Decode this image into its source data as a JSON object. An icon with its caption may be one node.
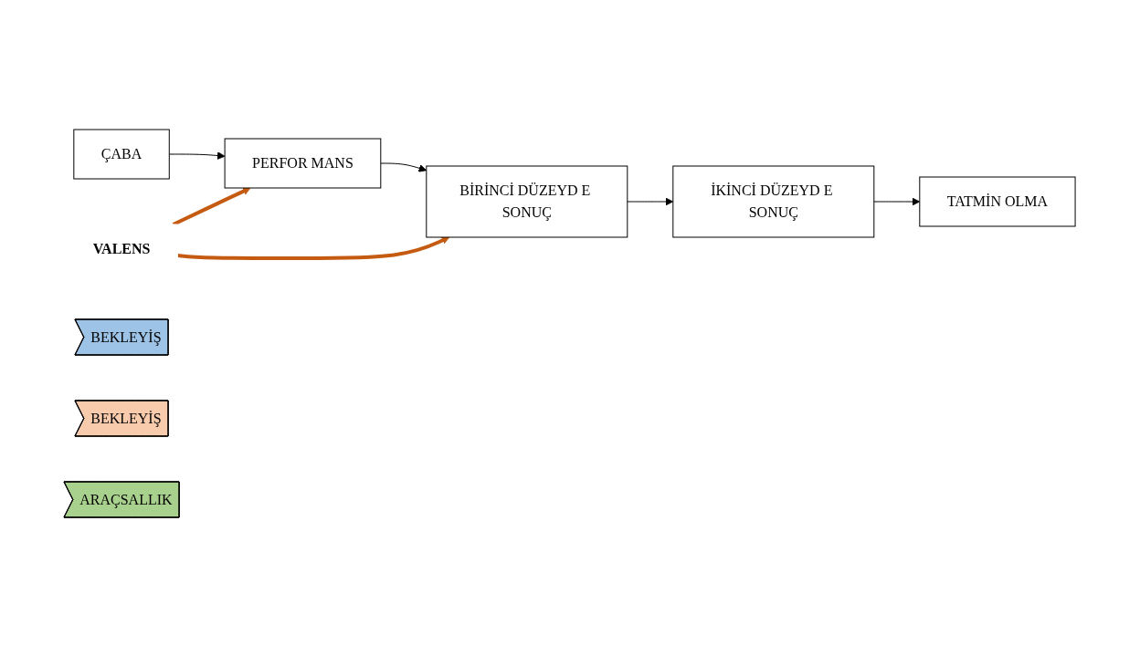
{
  "diagram": {
    "nodes": [
      {
        "text": [
          "ÇABA"
        ]
      },
      {
        "text": [
          "PERFOR MANS"
        ]
      },
      {
        "text": [
          "BİRİNCİ DÜZEYD E SONUÇ"
        ]
      },
      {
        "text": [
          "İKİNCİ DÜZEYD E SONUÇ"
        ]
      },
      {
        "text": [
          "TATMİN OLMA"
        ]
      },
      {
        "text": [
          "VALENS"
        ]
      },
      {
        "text": [
          "BEKLEYİŞ"
        ]
      },
      {
        "text": [
          "BEKLEYİŞ"
        ]
      },
      {
        "text": [
          "ARAÇSALLIK"
        ]
      }
    ],
    "edges": [
      {
        "from": 0,
        "to": 1,
        "arrow": "to"
      },
      {
        "from": 1,
        "to": 2,
        "arrow": "to"
      },
      {
        "from": 2,
        "to": 3,
        "arrow": "to"
      },
      {
        "from": 3,
        "to": 4,
        "arrow": "to"
      },
      {
        "from": 5,
        "to": 1,
        "arrow": "to",
        "style": "thick",
        "color": "#c55a11"
      },
      {
        "from": 5,
        "to": 2,
        "arrow": "to",
        "style": "thick",
        "color": "#c55a11"
      }
    ]
  }
}
